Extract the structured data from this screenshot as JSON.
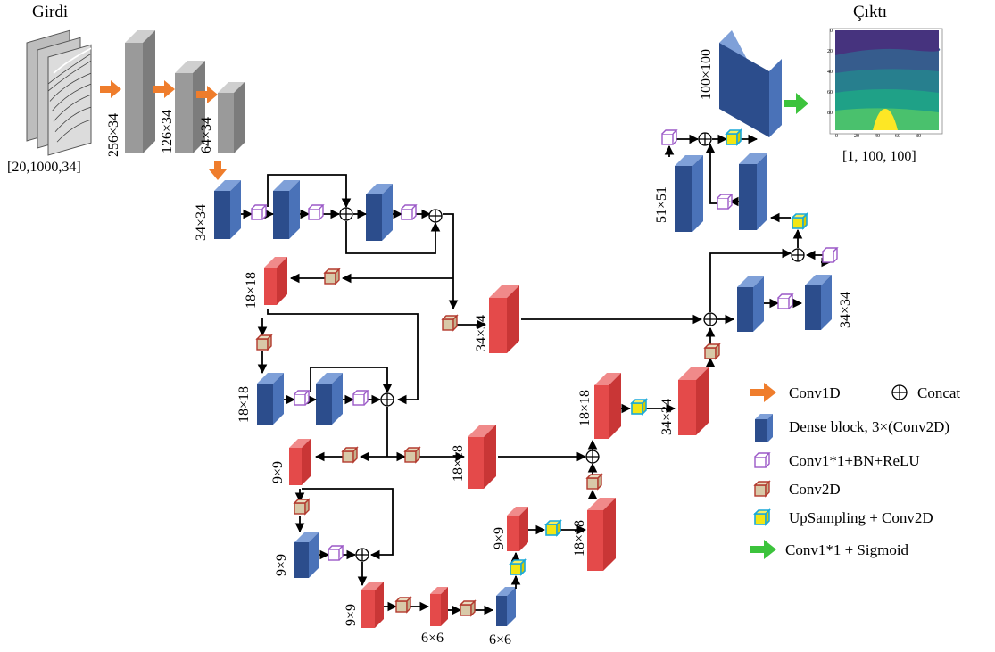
{
  "titles": {
    "input_title": "Girdi",
    "output_title": "Çıktı",
    "input_shape": "[20,1000,34]",
    "output_shape": "[1, 100, 100]"
  },
  "dims": {
    "d256x34": "256×34",
    "d126x34": "126×34",
    "d64x34": "64×34",
    "d34x34": "34×34",
    "d18x18": "18×18",
    "d9x9": "9×9",
    "d6x6": "6×6",
    "d51x51": "51×51",
    "d100x100": "100×100"
  },
  "legend": {
    "conv1d": "Conv1D",
    "concat_symbol": "⊕",
    "concat": "Concat",
    "dense": "Dense block, 3×(Conv2D)",
    "conv1x1_bn": "Conv1*1+BN+ReLU",
    "conv2d": "Conv2D",
    "upsampling": "UpSampling + Conv2D",
    "sigmoid": "Conv1*1 + Sigmoid"
  },
  "output_axis": {
    "y_ticks": [
      "0",
      "20",
      "40",
      "60",
      "80"
    ],
    "x_ticks": [
      "0",
      "20",
      "40",
      "60",
      "80"
    ]
  },
  "colors": {
    "dense_front": "#2c4d8c",
    "dense_side": "#4a72b8",
    "dense_top": "#7fa0d8",
    "conv_front": "#e44a4a",
    "conv_side": "#c93636",
    "conv_top": "#f08a8a",
    "gray_front": "#9a9a9a",
    "gray_side": "#7c7c7c",
    "gray_top": "#cfcfcf",
    "orange_arrow": "#ef7d2c",
    "green_arrow": "#3cc33c",
    "bn_cube": "#9b59c7",
    "conv_cube": "#b33a2e",
    "conv_cube_fill": "#d8c9a8",
    "up_cube_fill": "#f2e614",
    "up_cube_edge": "#1aa9d8"
  }
}
